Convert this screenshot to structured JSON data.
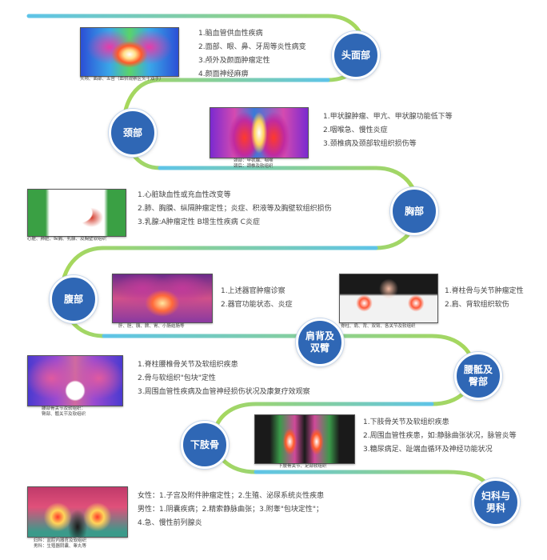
{
  "sections": [
    {
      "id": "head-face",
      "badge": "头面部",
      "caption": "头颅、面部、五官（血供观察区头十双手）",
      "items": [
        "1.脑血管供血性疾病",
        "2.面部、眼、鼻、牙周等炎性病变",
        "3.颅外及颜面肿瘤定性",
        "4.颜面神经麻痹"
      ]
    },
    {
      "id": "neck",
      "badge": "颈部",
      "caption": "颈部：甲状腺、咽喉\n颈后：颈椎及软组织",
      "items": [
        "1.甲状腺肿瘤、甲亢、甲状腺功能低下等",
        "2.咽喉急、慢性炎症",
        "3.颈椎病及颈部软组织损伤等"
      ]
    },
    {
      "id": "chest",
      "badge": "胸部",
      "caption": "心脏、肺脏、纵膈、乳腺、及胸壁软组织",
      "items": [
        "1.心脏缺血性或充血性改变等",
        "2.肺、胸膜、纵隔肿瘤定性；炎症、积液等及胸壁软组织损伤",
        "3.乳腺:A肿瘤定性 B增生性疾病 C炎症"
      ]
    },
    {
      "id": "abdomen",
      "badge": "腹部",
      "caption": "肝、胆、胰、脾、胃、小肠结肠等",
      "items": [
        "1.上述器官肿瘤诊察",
        "2.器官功能状态、炎症"
      ]
    },
    {
      "id": "shoulder-arm",
      "badge": "肩背及\n双臂",
      "caption": "脊柱、肩、背、双臂、各关节及软组织",
      "items": [
        "1.脊柱骨与关节肿瘤定性",
        "2.肩、背软组织软伤"
      ]
    },
    {
      "id": "waist-hip",
      "badge": "腰骶及\n臀部",
      "caption": "腰部骨关节及软组织：\n臀部、髋关节及软组织",
      "items": [
        "1.脊柱腰椎骨关节及软组织疾患",
        "2.骨与软组织\"包块\"定性",
        "3.周围血管性疾病及血管神经损伤状况及康复疗效观察"
      ]
    },
    {
      "id": "lower-limb",
      "badge": "下肢骨",
      "caption": "下肢骨关节、足部软组织",
      "items": [
        "1.下肢骨关节及软组织疾患",
        "2.周围血管性疾患，如:静脉曲张状况，脉管炎等",
        "3.糖尿病足、趾端血循环及神经功能状况"
      ]
    },
    {
      "id": "gyn-andro",
      "badge": "妇科与\n男科",
      "caption": "妇科：盆腔内器官及软组织\n男科：生殖器阴囊、睾丸等",
      "items": [
        "女性：1.子宫及附件肿瘤定性；2.生殖、泌尿系统炎性疾患",
        "男性：1.阴囊疾病；2.精索静脉曲张；3.附睾\"包块定性\"；",
        "4.急、慢性前列腺炎"
      ]
    }
  ],
  "colors": {
    "badge": "#2f67b5",
    "path_start": "#5ec4e8",
    "path_end": "#a8d85a"
  }
}
